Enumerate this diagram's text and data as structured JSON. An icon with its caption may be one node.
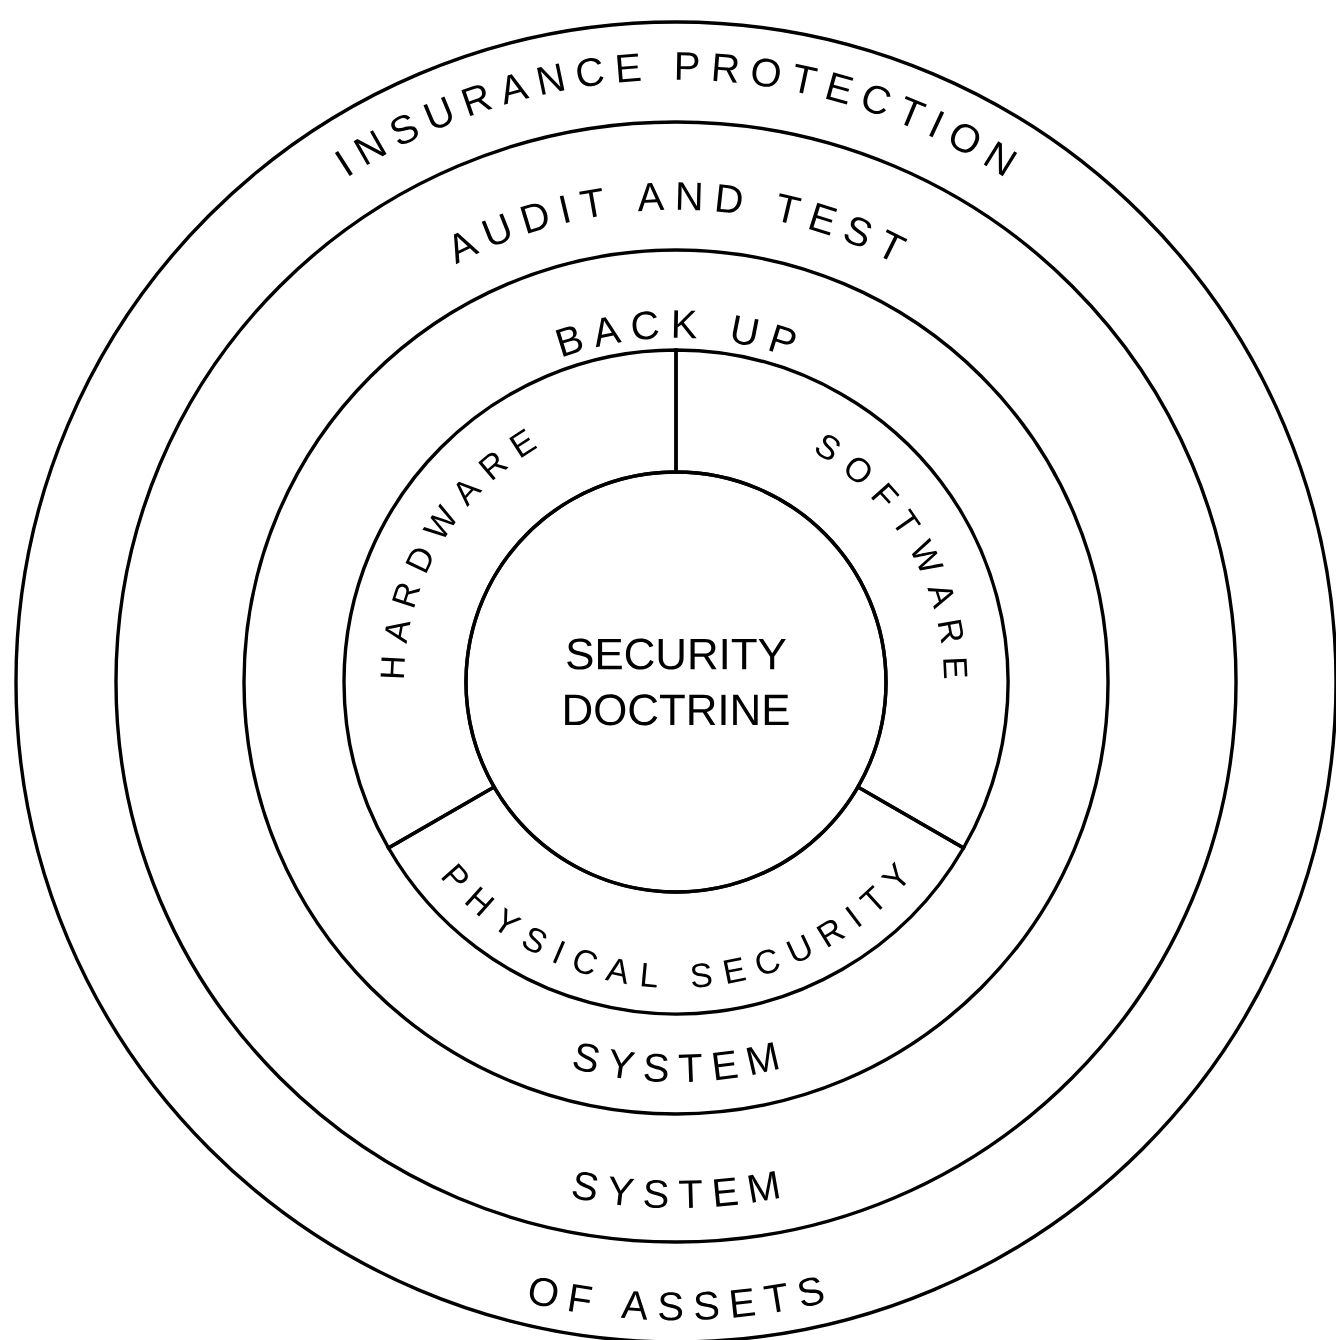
{
  "diagram": {
    "nodes": [
      {
        "text": [
          "INSURANCE PROTECTION",
          "OF ASSETS"
        ]
      },
      {
        "text": [
          "AUDIT AND TEST",
          "SYSTEM"
        ],
        "in": 0
      },
      {
        "text": [
          "BACK UP",
          "SYSTEM"
        ],
        "in": 1
      },
      {
        "text": [
          "HARDWARE"
        ],
        "in": 2
      },
      {
        "text": [
          "SOFTWARE"
        ],
        "in": 2
      },
      {
        "text": [
          "PHYSICAL SECURITY"
        ],
        "in": 2
      },
      {
        "text": [
          "SECURITY DOCTRINE"
        ],
        "in": 2
      }
    ]
  }
}
